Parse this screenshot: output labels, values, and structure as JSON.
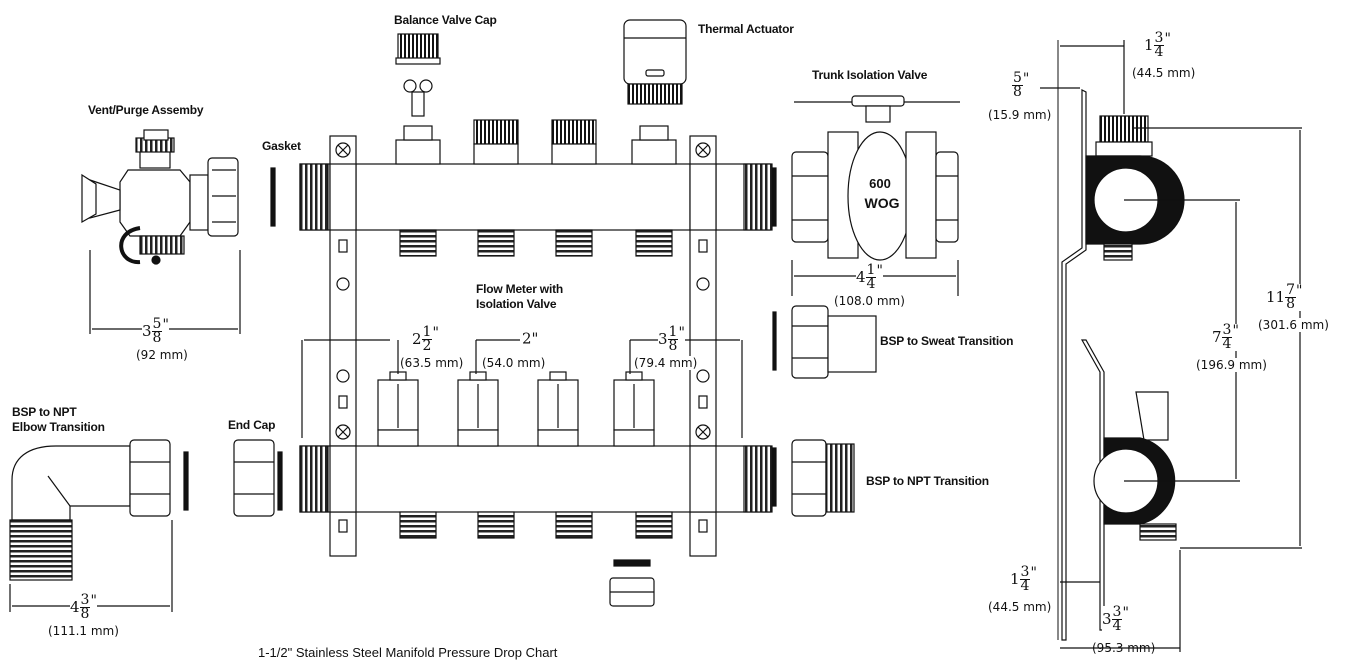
{
  "labels": {
    "balance_valve_cap": "Balance Valve Cap",
    "thermal_actuator": "Thermal Actuator",
    "trunk_isolation_valve": "Trunk Isolation Valve",
    "vent_purge_assembly": "Vent/Purge Assemby",
    "gasket": "Gasket",
    "flow_meter_line1": "Flow Meter with",
    "flow_meter_line2": "Isolation Valve",
    "bsp_to_sweat": "BSP to Sweat Transition",
    "bsp_to_npt": "BSP to NPT Transition",
    "bsp_to_npt_elbow_line1": "BSP to NPT",
    "bsp_to_npt_elbow_line2": "Elbow Transition",
    "end_cap": "End Cap",
    "valve_marking_1": "600",
    "valve_marking_2": "WOG"
  },
  "dimensions": {
    "vent_width": {
      "whole": "3",
      "num": "5",
      "den": "8",
      "mm": "(92 mm)"
    },
    "valve_width": {
      "whole": "4",
      "num": "1",
      "den": "4",
      "mm": "(108.0 mm)"
    },
    "spacing_a": {
      "whole": "2",
      "num": "1",
      "den": "2",
      "mm": "(63.5 mm)"
    },
    "spacing_b": {
      "whole": "2\"",
      "mm": "(54.0 mm)"
    },
    "spacing_c": {
      "whole": "3",
      "num": "1",
      "den": "8",
      "mm": "(79.4 mm)"
    },
    "elbow_width": {
      "whole": "4",
      "num": "3",
      "den": "8",
      "mm": "(111.1 mm)"
    },
    "side_top_width": {
      "whole": "1",
      "num": "3",
      "den": "4",
      "mm": "(44.5 mm)"
    },
    "side_offset": {
      "num": "5",
      "den": "8",
      "mm": "(15.9 mm)"
    },
    "side_total_height": {
      "whole": "11",
      "num": "7",
      "den": "8",
      "mm": "(301.6 mm)"
    },
    "side_center_height": {
      "whole": "7",
      "num": "3",
      "den": "4",
      "mm": "(196.9 mm)"
    },
    "side_bottom_depth": {
      "whole": "1",
      "num": "3",
      "den": "4",
      "mm": "(44.5 mm)"
    },
    "side_bottom_width": {
      "whole": "3",
      "num": "3",
      "den": "4",
      "mm": "(95.3 mm)"
    }
  },
  "caption": "1-1/2\" Stainless Steel Manifold Pressure Drop Chart"
}
